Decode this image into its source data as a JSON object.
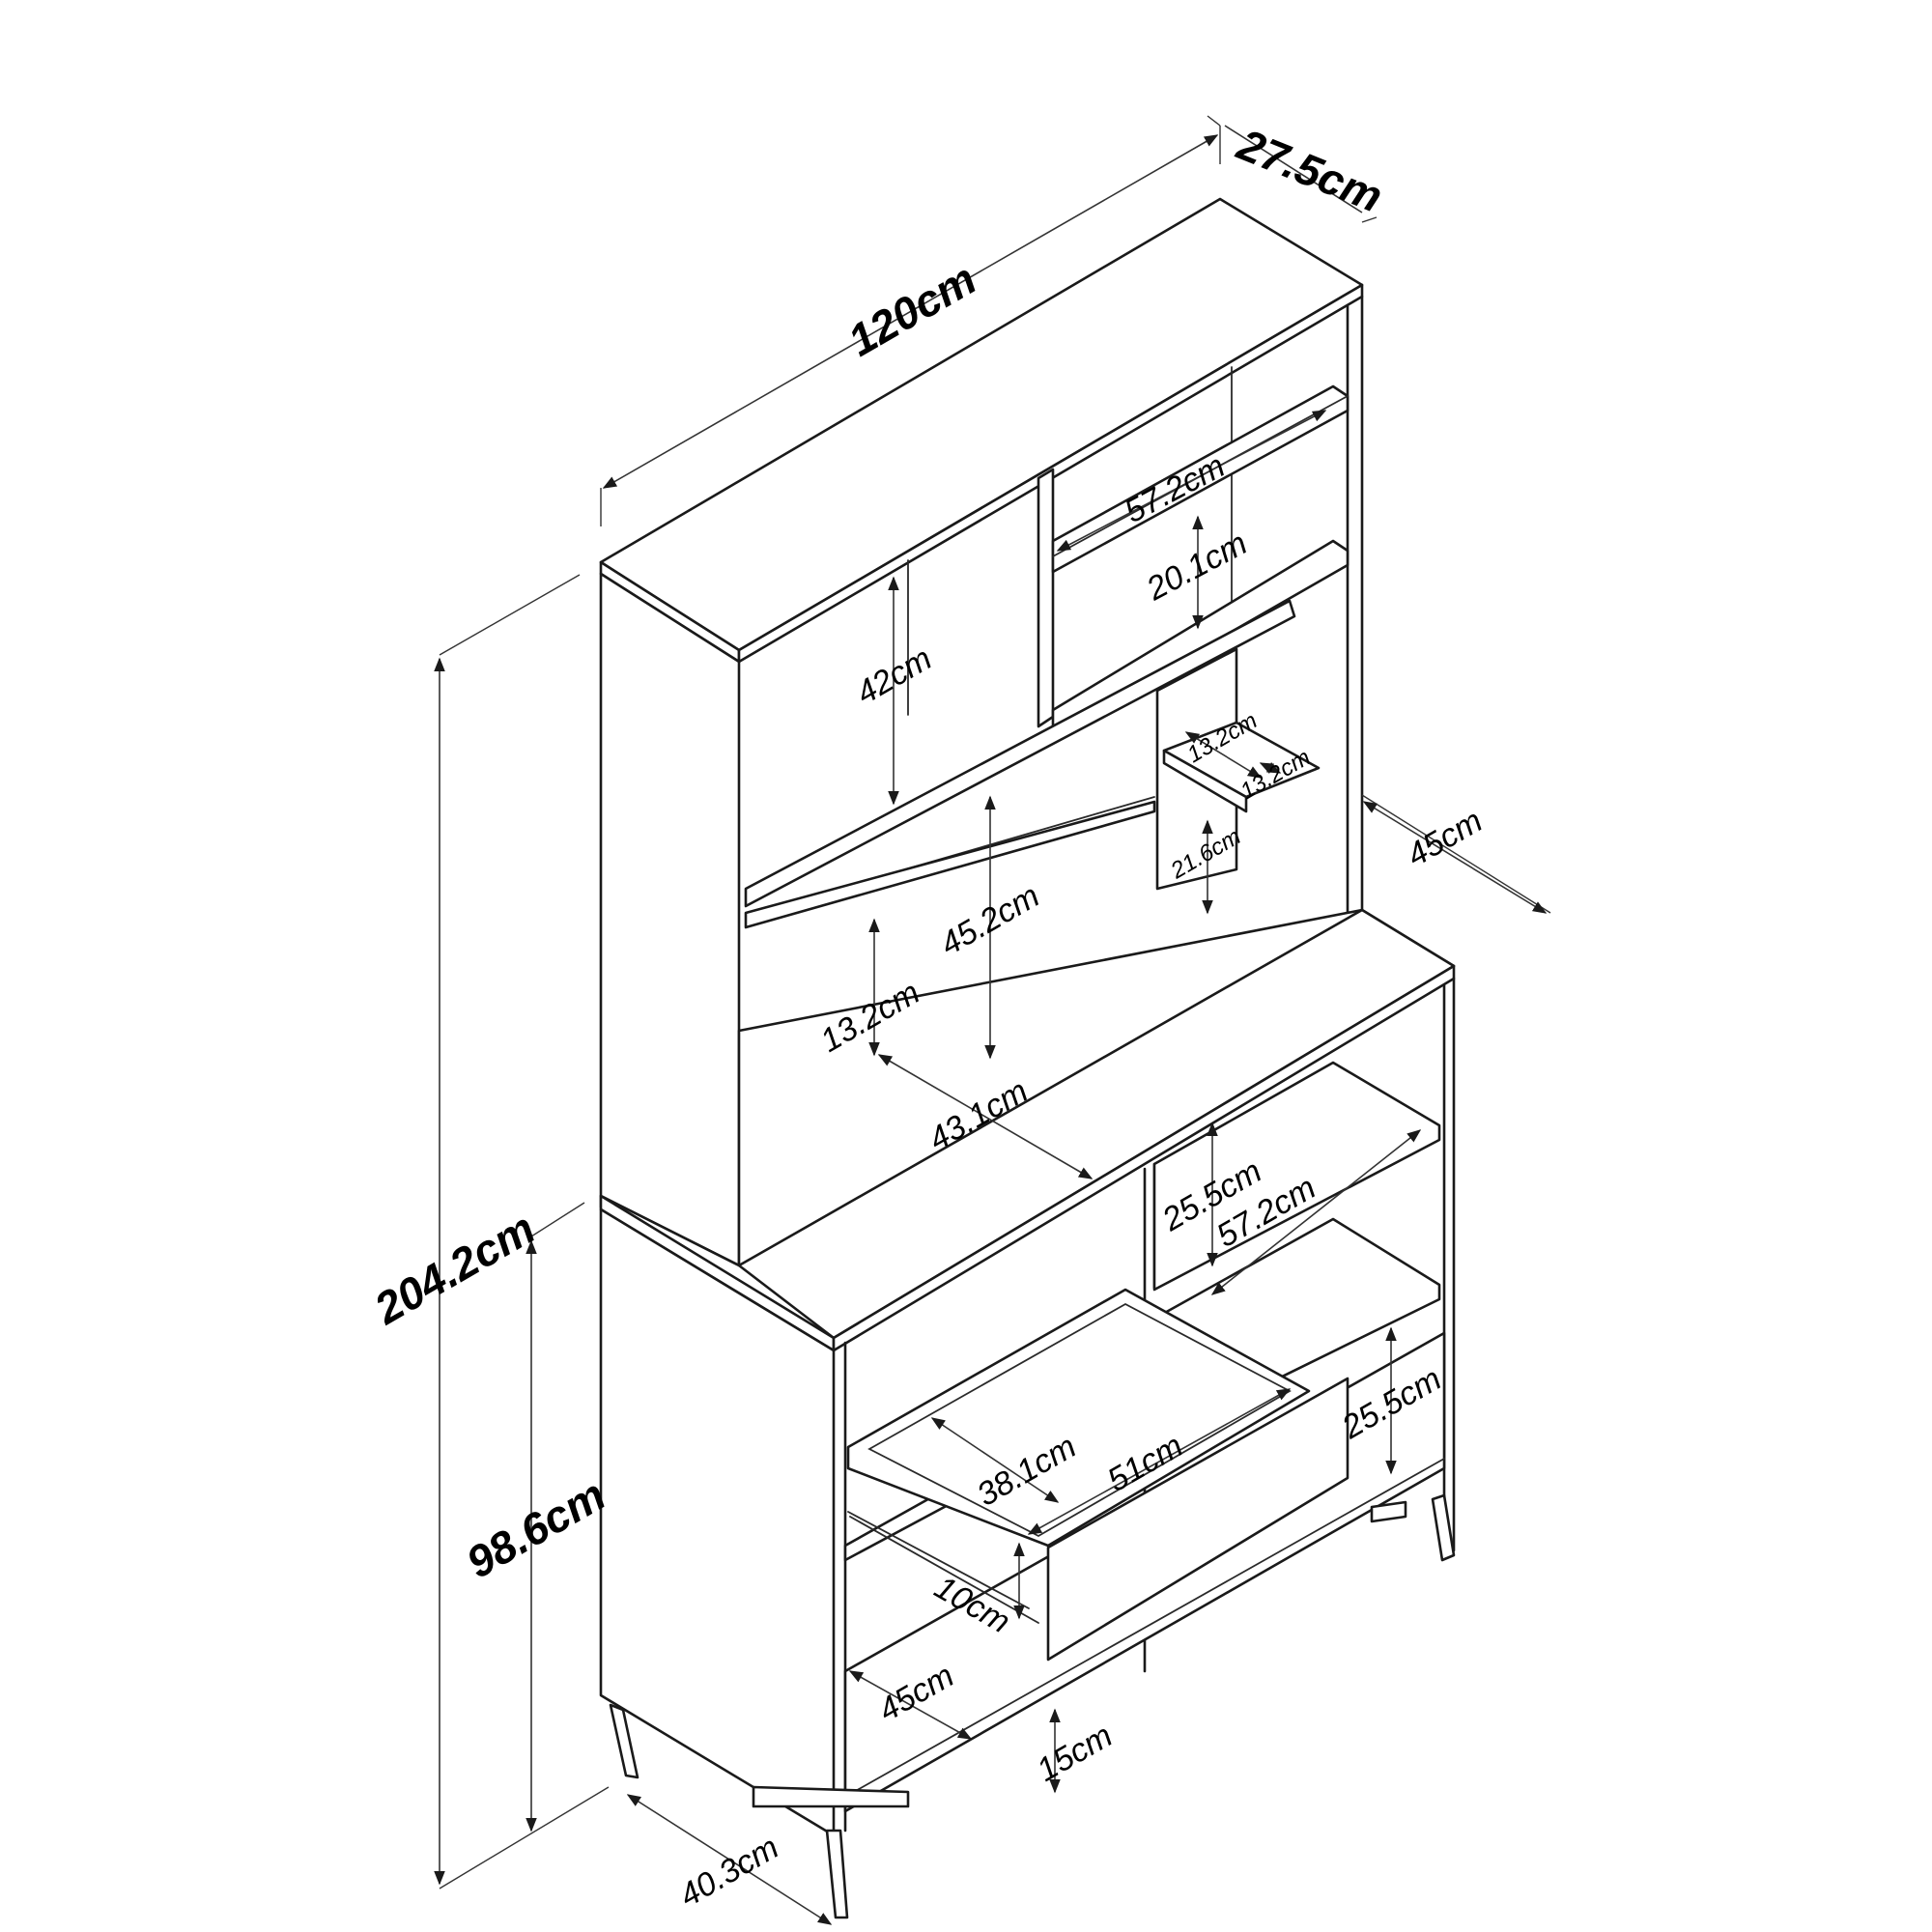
{
  "dimensions": {
    "width_total": "120cm",
    "depth_top": "27.5cm",
    "height_total": "204.2cm",
    "height_base": "98.6cm",
    "depth_base": "45cm",
    "leg_depth": "40.3cm",
    "leg_height": "15cm",
    "upper_shelf_width": "57.2cm",
    "upper_shelf_height": "20.1cm",
    "upper_left_height": "42cm",
    "middle_height": "45.2cm",
    "middle_shelf_height": "13.2cm",
    "cubby_w": "13.2cm",
    "cubby_d": "13.2cm",
    "cubby_h": "21.6cm",
    "counter_depth": "43.1cm",
    "lower_shelf_height": "25.5cm",
    "lower_shelf_width": "57.2cm",
    "lower_right_height": "25.5cm",
    "drawer_depth": "38.1cm",
    "drawer_width": "51cm",
    "drawer_height": "10cm",
    "bottom_depth": "45cm"
  },
  "colors": {
    "line": "#1a1a1a",
    "background": "#ffffff"
  }
}
